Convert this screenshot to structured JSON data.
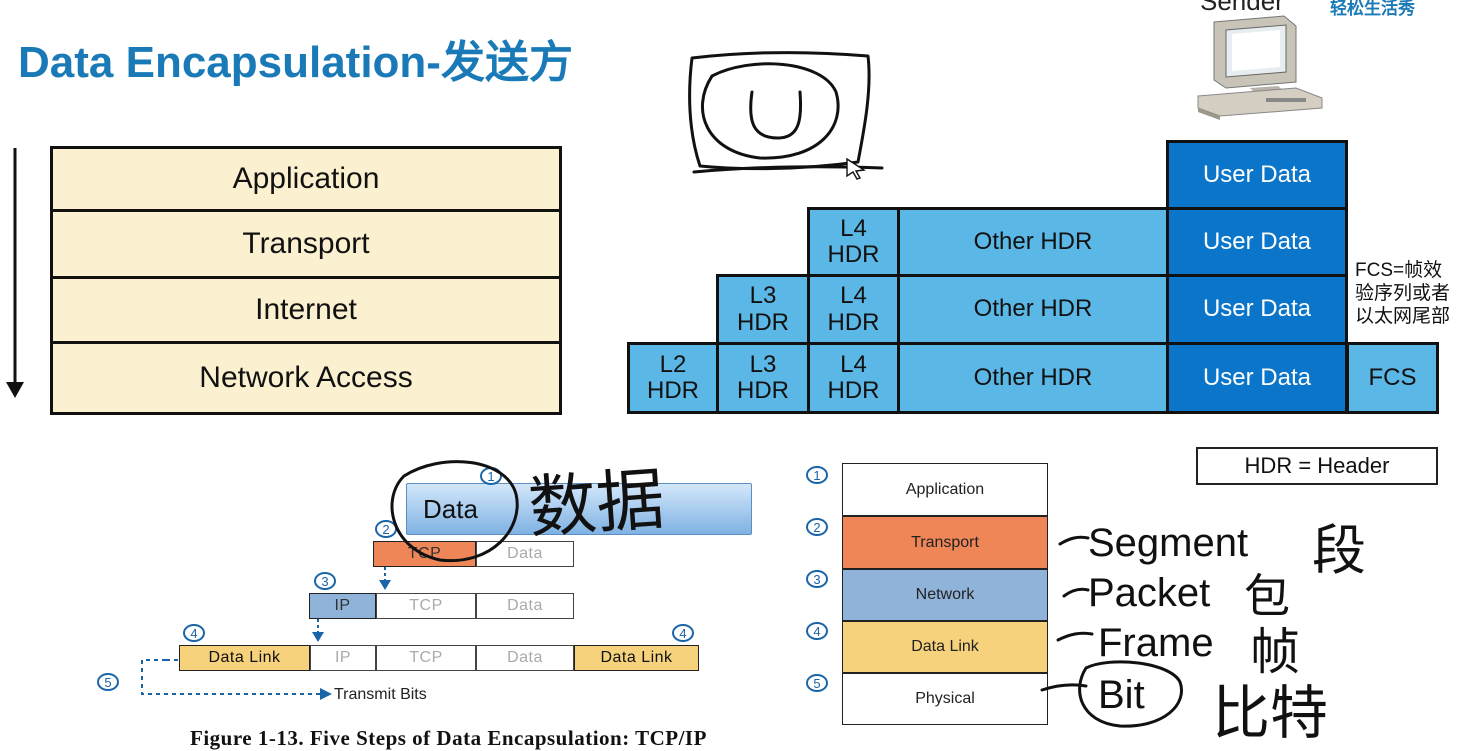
{
  "title": "Data Encapsulation-发送方",
  "sender": {
    "label": "Sender",
    "watermark": "轻松生活秀"
  },
  "layers": [
    "Application",
    "Transport",
    "Internet",
    "Network Access"
  ],
  "encap": {
    "user_data": "User Data",
    "other_hdr": "Other HDR",
    "l4": "L4\nHDR",
    "l3": "L3\nHDR",
    "l2": "L2\nHDR",
    "fcs": "FCS",
    "fcs_note": "FCS=帧效\n验序列或者\n以太网尾部"
  },
  "legend": "HDR = Header",
  "figure": {
    "data_label": "Data",
    "tcp": "TCP",
    "data": "Data",
    "ip": "IP",
    "data_link": "Data Link",
    "transmit": "Transmit Bits",
    "steps": [
      "1",
      "2",
      "3",
      "4",
      "5"
    ],
    "stack": [
      "Application",
      "Transport",
      "Network",
      "Data Link",
      "Physical"
    ],
    "caption": "Figure 1-13. Five Steps of Data Encapsulation: TCP/IP"
  },
  "pdus": [
    "Segment",
    "Packet",
    "Frame",
    "Bit"
  ],
  "handwriting": {
    "data_cn": "数据",
    "segment_cn": "段",
    "packet_cn": "包",
    "frame_cn": "帧",
    "bit_cn": "比特"
  },
  "colors": {
    "title": "#1a7ab8",
    "layer_bg": "#fbf0cf",
    "light_blue": "#5bb7e6",
    "dark_blue": "#0b76c9",
    "orange": "#ee8658",
    "steel_blue": "#8fb3d9",
    "yellow": "#f6d27c"
  }
}
